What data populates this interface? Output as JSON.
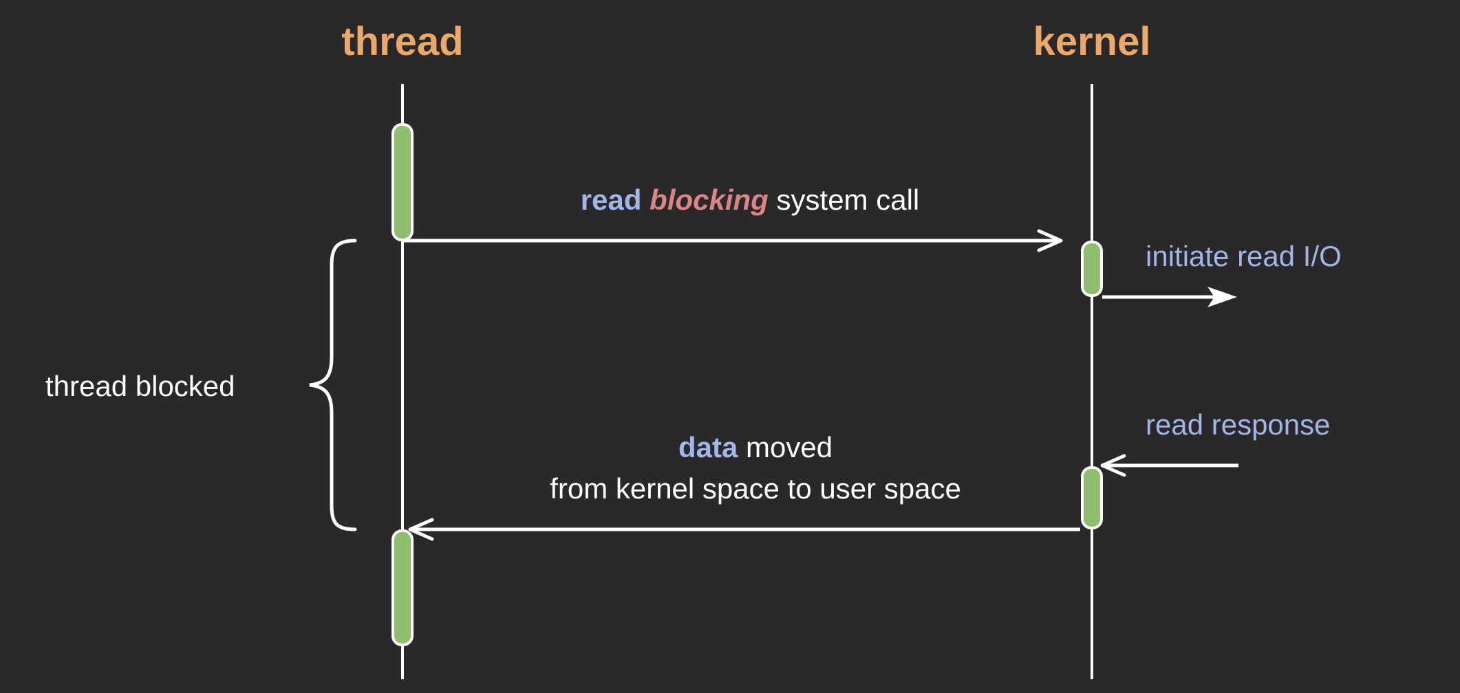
{
  "colors": {
    "background": "#2a282a",
    "lane_title": "#eaa96b",
    "line": "#ffffff",
    "activation_fill": "#8fbf6e",
    "activation_stroke": "#ffffff",
    "keyword_blue": "#a3b6e8",
    "keyword_red": "#d98686",
    "annotation_blue": "#a3b6e8",
    "text": "#ffffff"
  },
  "lanes": {
    "thread": {
      "title": "thread"
    },
    "kernel": {
      "title": "kernel"
    }
  },
  "messages": {
    "syscall": {
      "word1": "read",
      "word2": "blocking",
      "rest": "system call"
    },
    "initiate": {
      "label": "initiate read I/O"
    },
    "response": {
      "label": "read response"
    },
    "data_moved": {
      "word1": "data",
      "rest": "moved",
      "line2": "from kernel space to user space"
    }
  },
  "annotations": {
    "blocked": {
      "label": "thread blocked"
    }
  }
}
